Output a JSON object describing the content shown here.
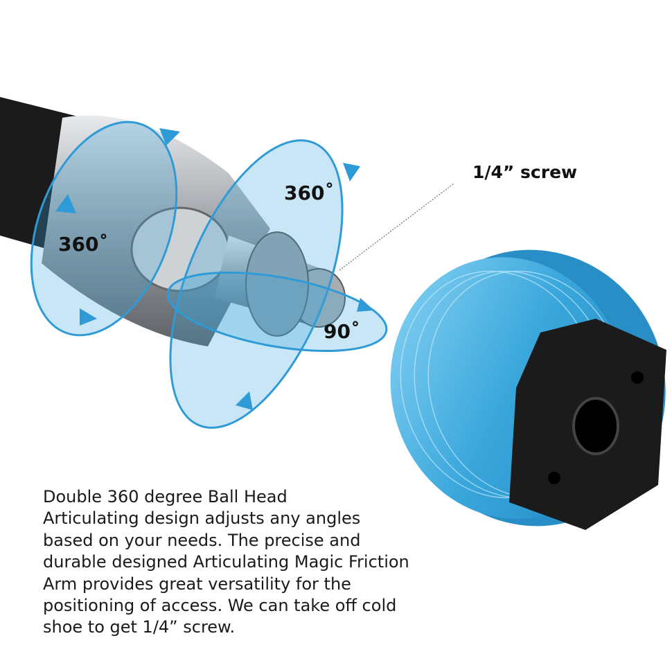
{
  "labels": {
    "screw": "1/4” screw",
    "rotation_top": "360˚",
    "rotation_left": "360˚",
    "tilt": "90˚"
  },
  "description": [
    "Double 360 degree Ball Head",
    "Articulating design adjusts any angles",
    "based on your needs. The precise and",
    "durable designed Articulating Magic Friction",
    "Arm provides great versatility for the",
    "positioning of access. We can take off cold",
    "shoe to get 1/4” screw."
  ],
  "colors": {
    "accent_blue": "#3aa7dc",
    "knob_blue": "#4fb8e6",
    "metal": "#b8bcc0",
    "black": "#1b1b1b"
  }
}
